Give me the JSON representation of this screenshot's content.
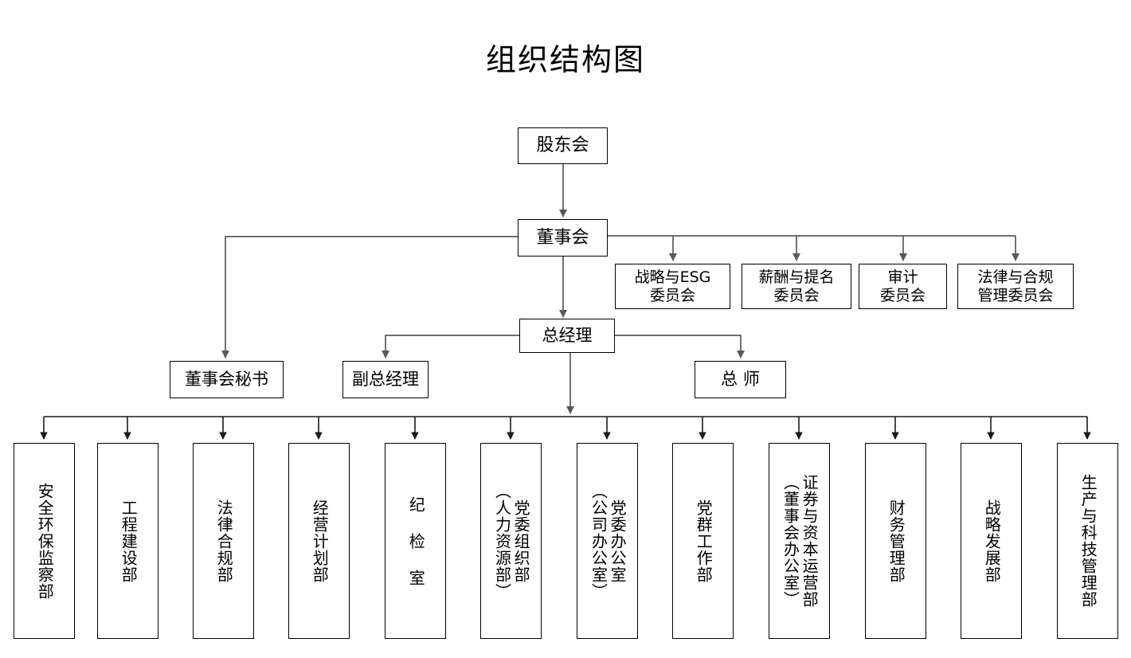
{
  "title": "组织结构图",
  "colors": {
    "line": "#595959",
    "border": "#000000",
    "text": "#000000",
    "background": "#ffffff"
  },
  "nodes": {
    "shareholders": {
      "label": "股东会"
    },
    "board": {
      "label": "董事会"
    },
    "general_manager": {
      "label": "总经理"
    },
    "board_secretary": {
      "label": "董事会秘书"
    },
    "deputy_gm": {
      "label": "副总经理"
    },
    "chief_engineer": {
      "label": "总  师"
    }
  },
  "committees": [
    {
      "label": "战略与ESG\n委员会"
    },
    {
      "label": "薪酬与提名\n委员会"
    },
    {
      "label": "审计\n委员会"
    },
    {
      "label": "法律与合规\n管理委员会"
    }
  ],
  "departments": [
    {
      "label": "安全环保监察部"
    },
    {
      "label": "工程建设部"
    },
    {
      "label": "法律合规部"
    },
    {
      "label": "经营计划部"
    },
    {
      "label": "纪 检 室"
    },
    {
      "label": "党委组织部\n（人力资源部）"
    },
    {
      "label": "党委办公室\n（公司办公室）"
    },
    {
      "label": "党群工作部"
    },
    {
      "label": "证券与资本运营部\n（董事会办公室）"
    },
    {
      "label": "财务管理部"
    },
    {
      "label": "战略发展部"
    },
    {
      "label": "生产与科技管理部"
    }
  ],
  "chart_data": {
    "type": "org-chart",
    "title": "组织结构图",
    "levels": [
      {
        "name": "level-1",
        "nodes": [
          "股东会"
        ]
      },
      {
        "name": "level-2",
        "nodes": [
          "董事会"
        ]
      },
      {
        "name": "level-2-committees",
        "nodes": [
          "战略与ESG委员会",
          "薪酬与提名委员会",
          "审计委员会",
          "法律与合规管理委员会"
        ]
      },
      {
        "name": "level-3",
        "nodes": [
          "总经理"
        ]
      },
      {
        "name": "level-3-staff",
        "nodes": [
          "董事会秘书",
          "副总经理",
          "总  师"
        ]
      },
      {
        "name": "level-4-departments",
        "nodes": [
          "安全环保监察部",
          "工程建设部",
          "法律合规部",
          "经营计划部",
          "纪 检 室",
          "党委组织部（人力资源部）",
          "党委办公室（公司办公室）",
          "党群工作部",
          "证券与资本运营部（董事会办公室）",
          "财务管理部",
          "战略发展部",
          "生产与科技管理部"
        ]
      }
    ],
    "edges": [
      {
        "from": "股东会",
        "to": "董事会"
      },
      {
        "from": "董事会",
        "to": "战略与ESG委员会"
      },
      {
        "from": "董事会",
        "to": "薪酬与提名委员会"
      },
      {
        "from": "董事会",
        "to": "审计委员会"
      },
      {
        "from": "董事会",
        "to": "法律与合规管理委员会"
      },
      {
        "from": "董事会",
        "to": "董事会秘书"
      },
      {
        "from": "董事会",
        "to": "总经理"
      },
      {
        "from": "总经理",
        "to": "副总经理"
      },
      {
        "from": "总经理",
        "to": "总  师"
      },
      {
        "from": "总经理",
        "to": "安全环保监察部"
      },
      {
        "from": "总经理",
        "to": "工程建设部"
      },
      {
        "from": "总经理",
        "to": "法律合规部"
      },
      {
        "from": "总经理",
        "to": "经营计划部"
      },
      {
        "from": "总经理",
        "to": "纪 检 室"
      },
      {
        "from": "总经理",
        "to": "党委组织部（人力资源部）"
      },
      {
        "from": "总经理",
        "to": "党委办公室（公司办公室）"
      },
      {
        "from": "总经理",
        "to": "党群工作部"
      },
      {
        "from": "总经理",
        "to": "证券与资本运营部（董事会办公室）"
      },
      {
        "from": "总经理",
        "to": "财务管理部"
      },
      {
        "from": "总经理",
        "to": "战略发展部"
      },
      {
        "from": "总经理",
        "to": "生产与科技管理部"
      }
    ]
  }
}
